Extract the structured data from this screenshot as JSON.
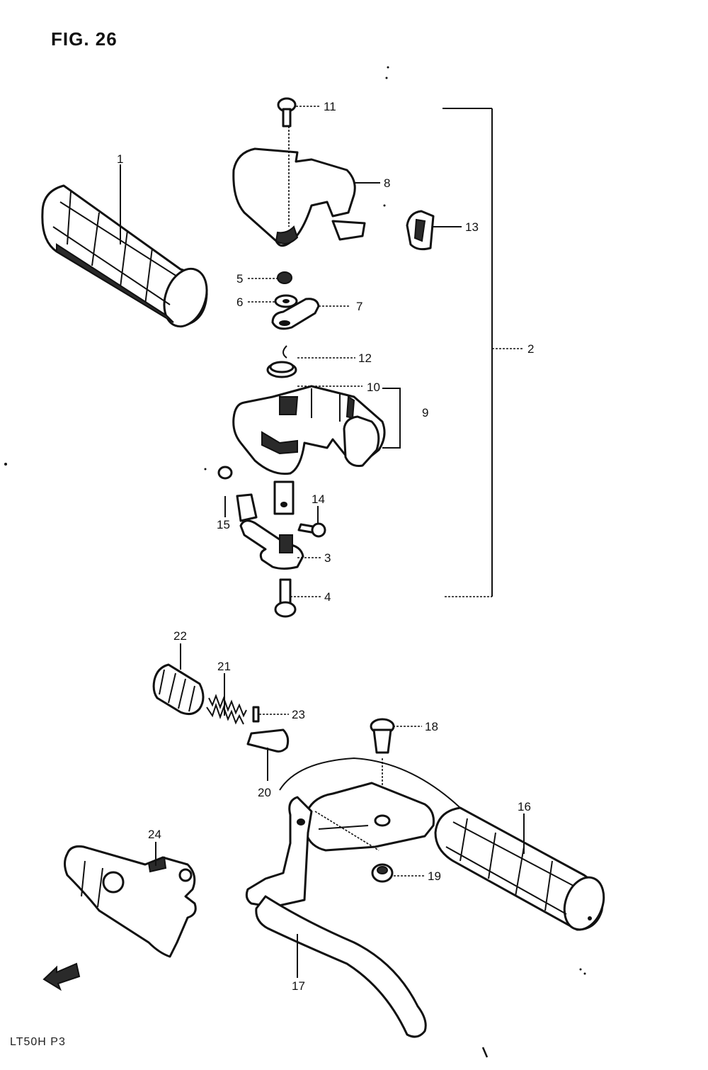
{
  "figure": {
    "title": "FIG. 26",
    "footer": "LT50H P3"
  },
  "callouts": {
    "c1": "1",
    "c2": "2",
    "c3": "3",
    "c4": "4",
    "c5": "5",
    "c6": "6",
    "c7": "7",
    "c8": "8",
    "c9": "9",
    "c10": "10",
    "c11": "11",
    "c12": "12",
    "c13": "13",
    "c14": "14",
    "c15": "15",
    "c16": "16",
    "c17": "17",
    "c18": "18",
    "c19": "19",
    "c20": "20",
    "c21": "21",
    "c22": "22",
    "c23": "23",
    "c24": "24"
  },
  "colors": {
    "ink": "#111111",
    "paper": "#ffffff"
  }
}
